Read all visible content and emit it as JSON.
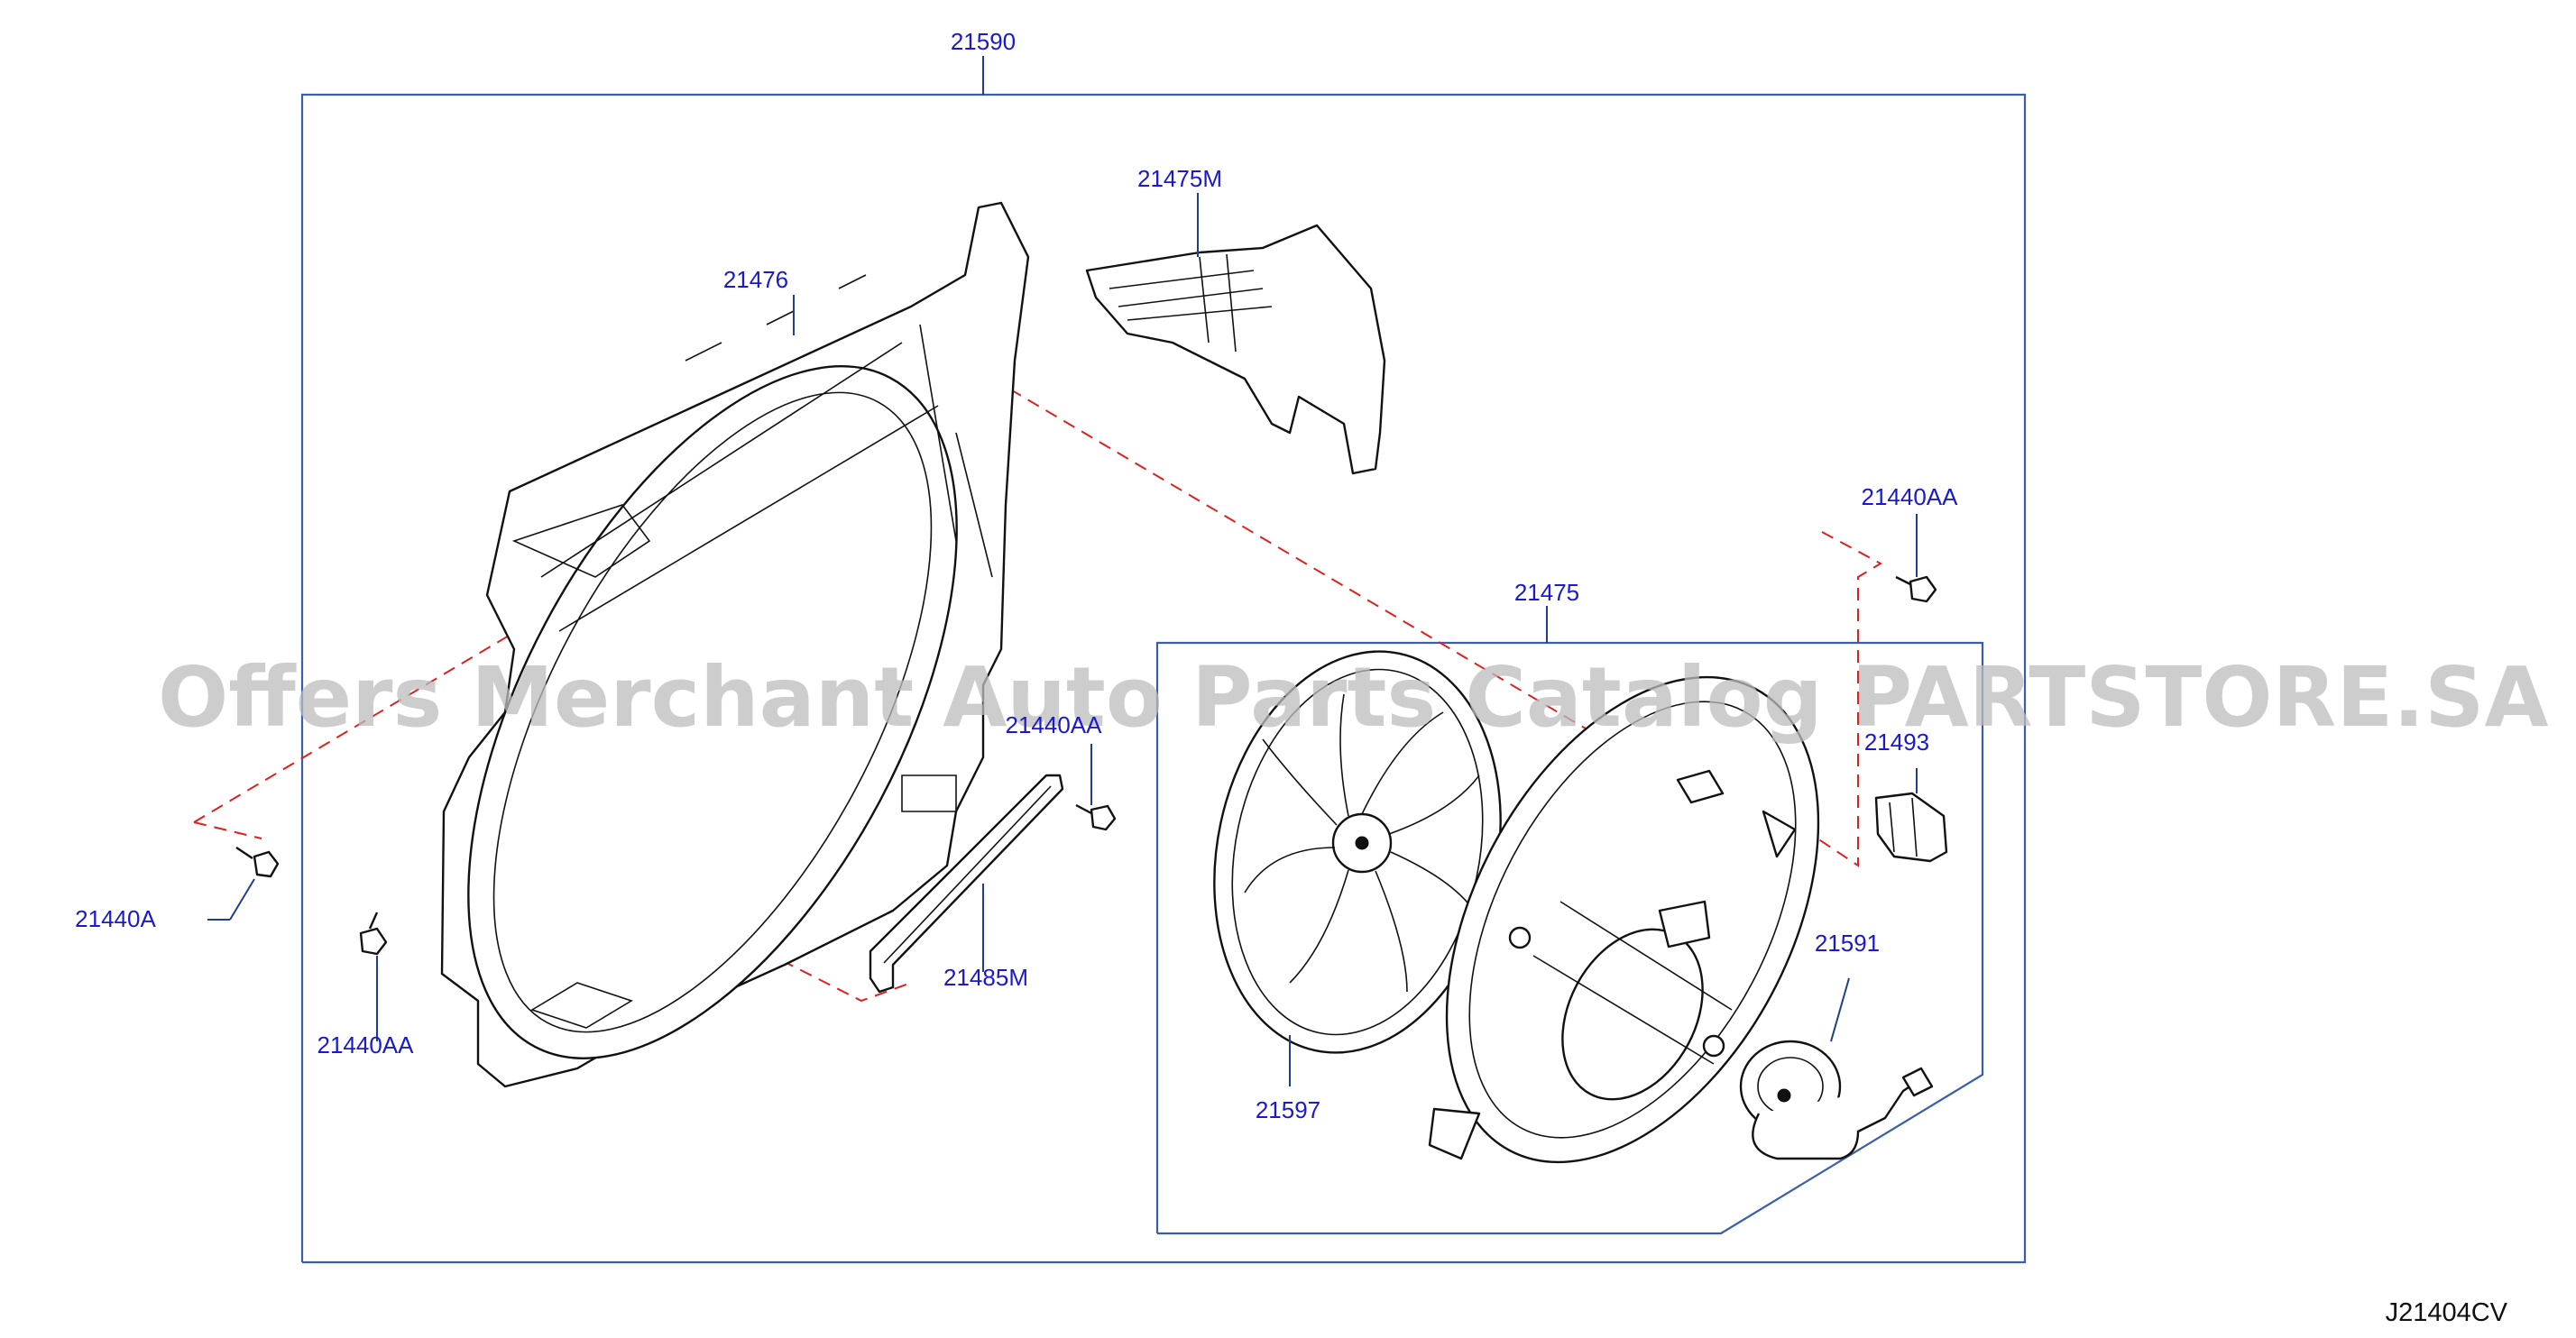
{
  "diagram_code": "J21404CV",
  "watermark": "Offers Merchant Auto Parts Catalog PARTSTORE.SA",
  "colors": {
    "label_text": "#1a1acc",
    "frame_line": "#3a5fa8",
    "dashed_guide": "#e02020",
    "part_outline": "#111111"
  },
  "labels": {
    "assembly": "21590",
    "shroud": "21476",
    "shroud_upper": "21475M",
    "bolt_right_top": "21440AA",
    "fan_motor_assy": "21475",
    "bolt_middle": "21440AA",
    "resistor": "21493",
    "bolt_left": "21440A",
    "bolt_lower_left": "21440AA",
    "seal_strip": "21485M",
    "motor": "21591",
    "fan_blade": "21597"
  }
}
